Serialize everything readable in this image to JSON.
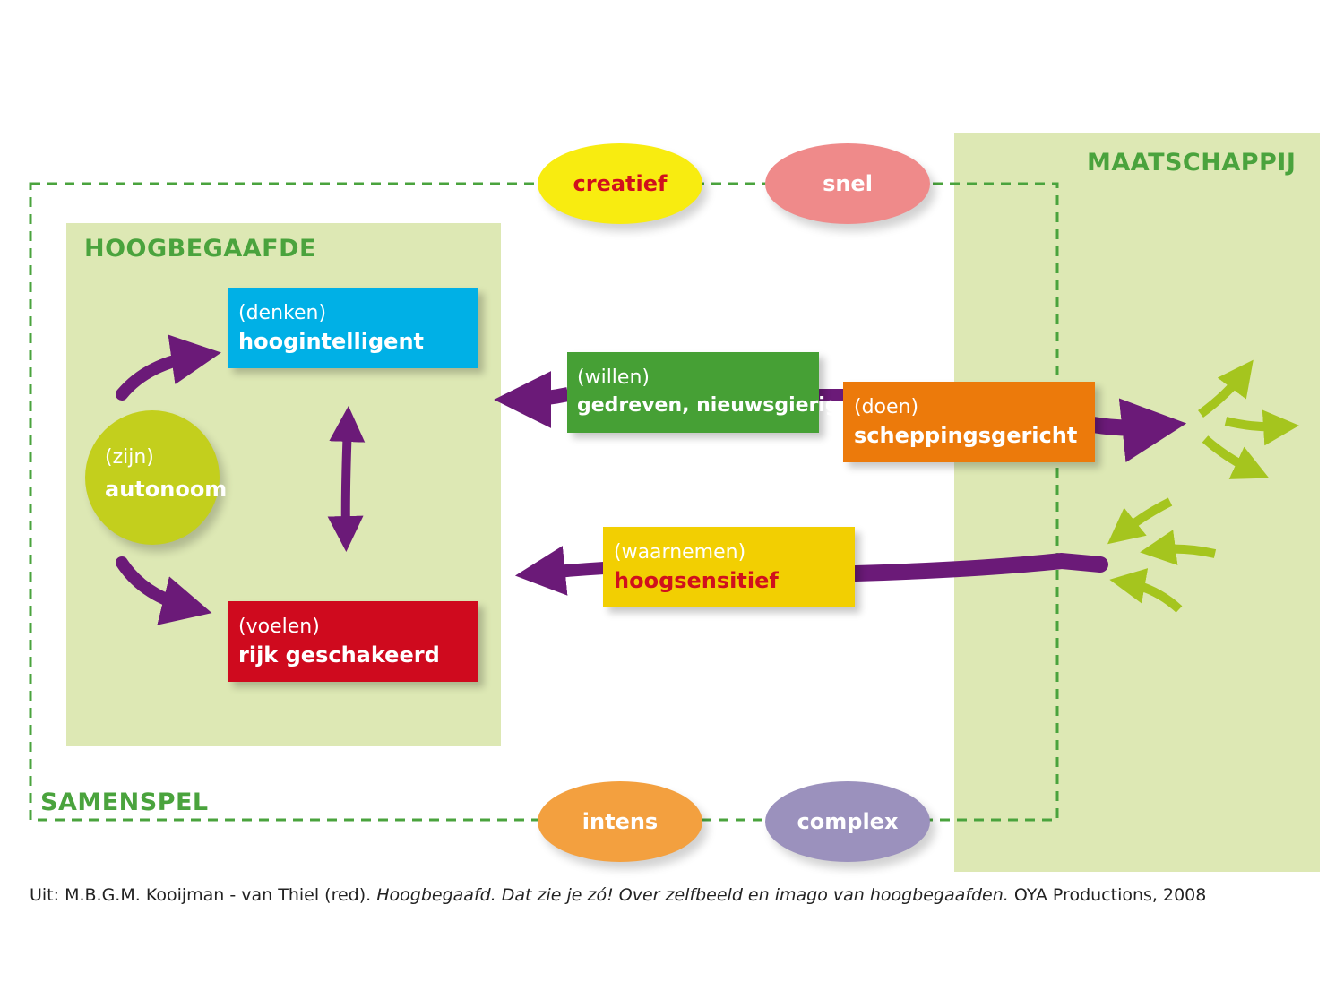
{
  "regions": {
    "maatschappij": "MAATSCHAPPIJ",
    "hoogbegaafde": "HOOGBEGAAFDE",
    "samenspel": "SAMENSPEL"
  },
  "ellipses": {
    "creatief": "creatief",
    "snel": "snel",
    "intens": "intens",
    "complex": "complex"
  },
  "nodes": {
    "zijn": {
      "sub": "(zijn)",
      "main": "autonoom"
    },
    "denken": {
      "sub": "(denken)",
      "main": "hoogintelligent"
    },
    "voelen": {
      "sub": "(voelen)",
      "main": "rijk geschakeerd"
    },
    "willen": {
      "sub": "(willen)",
      "main": "gedreven, nieuwsgierig"
    },
    "doen": {
      "sub": "(doen)",
      "main": "scheppingsgericht"
    },
    "waarnemen": {
      "sub": "(waarnemen)",
      "main": "hoogsensitief"
    }
  },
  "caption": {
    "prefix": "Uit: M.B.G.M. Kooijman - van Thiel (red). ",
    "title": "Hoogbegaafd. Dat zie je zó! Over zelfbeeld en imago van hoogbegaafden.",
    "suffix": " OYA Productions, 2008"
  },
  "colors": {
    "region_fill": "#dde8b4",
    "region_title": "#4aa33d",
    "dashed_border": "#4aa33d",
    "arrow_purple": "#6b1a78",
    "arrow_green": "#a5c51e",
    "denken": "#00b0e6",
    "voelen": "#cf0a1e",
    "willen": "#46a035",
    "doen": "#ec7a0b",
    "waarnemen": "#f2cf02",
    "zijn": "#c3cf1d",
    "creatief": "#f8ec10",
    "snel": "#ef8a8a",
    "intens": "#f3a03f",
    "complex": "#9b91bd"
  }
}
